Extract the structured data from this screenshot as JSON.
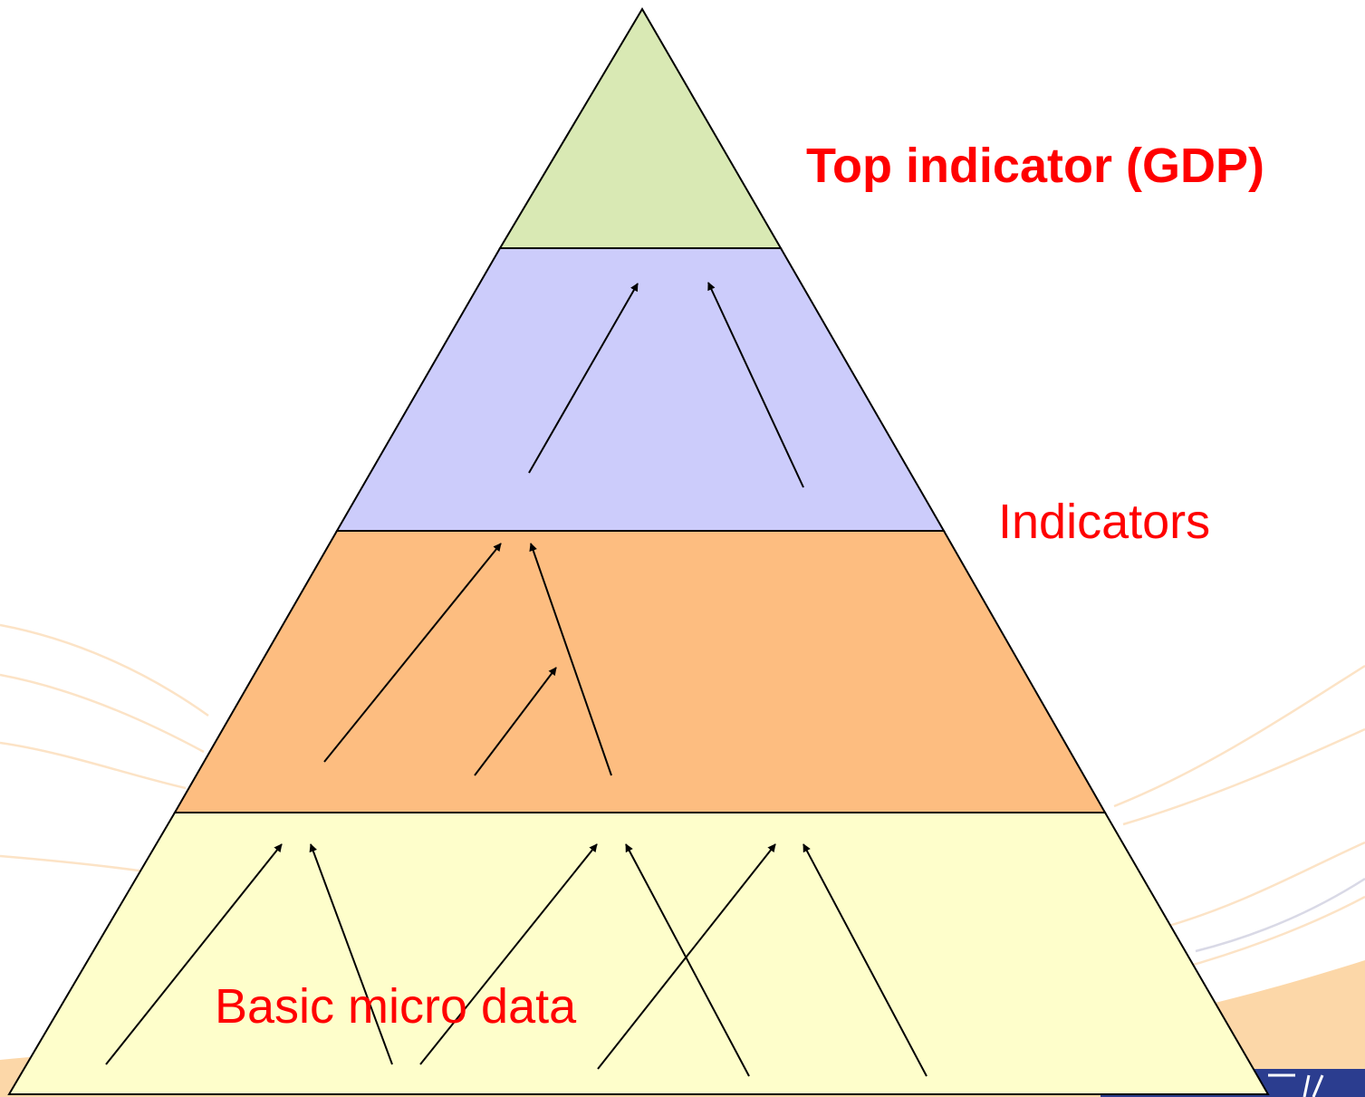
{
  "levels": {
    "top": {
      "label": "Top indicator (GDP)",
      "fill": "#d9e9b4"
    },
    "indicators": {
      "label": "Indicators",
      "fill": "#ccccfb"
    },
    "intermediate": {
      "fill": "#fdbd80"
    },
    "base": {
      "label": "Basic micro data",
      "fill": "#fefecb"
    }
  },
  "colors": {
    "label_text": "#ff0000",
    "outline": "#000000",
    "background_swoosh": "#fbd9ad",
    "corner_logo": "#2b3d8f"
  }
}
